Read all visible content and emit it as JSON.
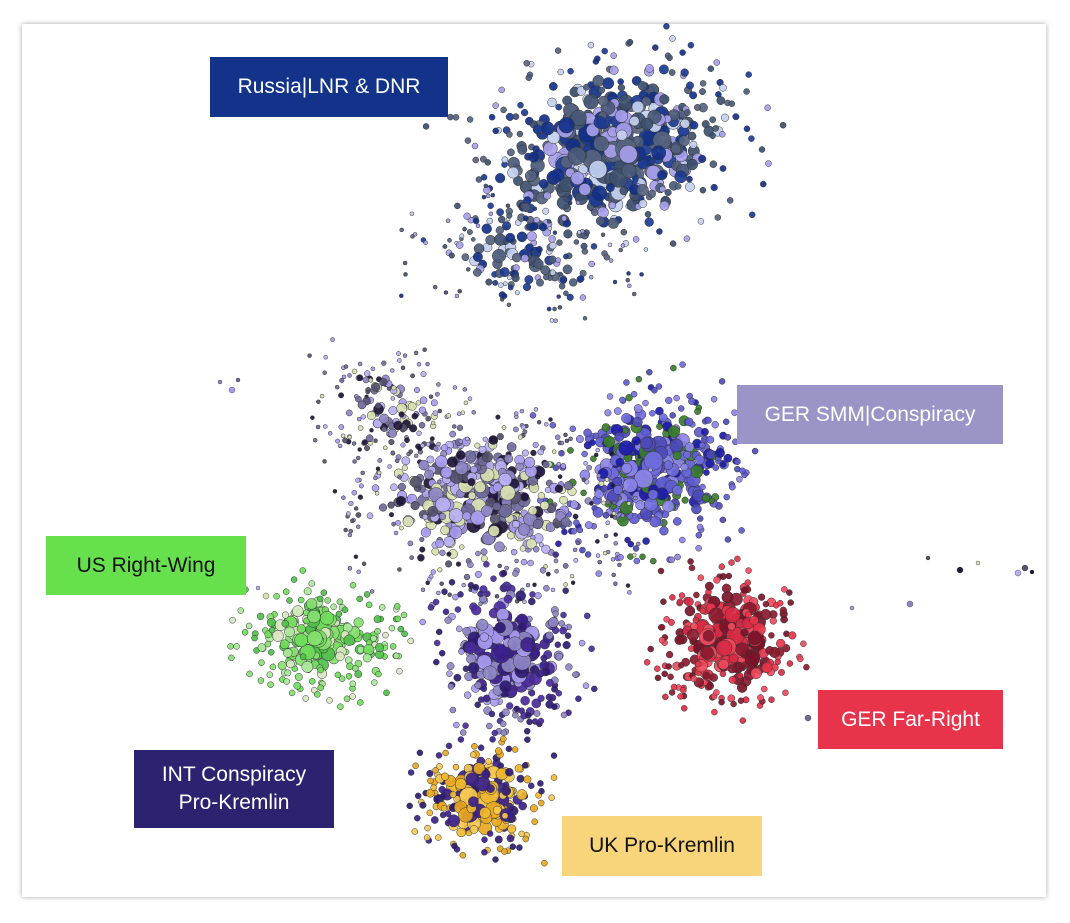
{
  "clusters": [
    {
      "id": "russia",
      "label": "Russia|LNR & DNR",
      "bg": "#13338a",
      "fg": "#ffffff",
      "node_colors": [
        "#3d4f6e",
        "#4a5a78",
        "#1b3b94",
        "#123088",
        "#a7a0ec",
        "#c4d0f0",
        "#56637f"
      ]
    },
    {
      "id": "ger-smm",
      "label": "GER SMM|Conspiracy",
      "bg": "#9a95c6",
      "fg": "#ffffff",
      "node_colors": [
        "#5e5bd0",
        "#6f6bdc",
        "#1c1ba8",
        "#8c86e8",
        "#4d4ab8",
        "#3a7d2a"
      ]
    },
    {
      "id": "us",
      "label": "US Right-Wing",
      "bg": "#66e04d",
      "fg": "#111111",
      "node_colors": [
        "#6fdc5a",
        "#4fc04a",
        "#86e070",
        "#a9e89a",
        "#d8e8c0"
      ]
    },
    {
      "id": "ger-far",
      "label": "GER Far-Right",
      "bg": "#e8344a",
      "fg": "#ffffff",
      "node_colors": [
        "#e8344a",
        "#d82a44",
        "#f04a5c",
        "#8a1a2e",
        "#7a1328"
      ]
    },
    {
      "id": "int",
      "label": "INT Conspiracy\nPro-Kremlin",
      "bg": "#2b2270",
      "fg": "#ffffff",
      "node_colors": [
        "#3b1f8a",
        "#2e1a72",
        "#4a2a9c",
        "#a99cf0",
        "#8e86c4"
      ]
    },
    {
      "id": "uk",
      "label": "UK Pro-Kremlin",
      "bg": "#f8d57a",
      "fg": "#111111",
      "node_colors": [
        "#f0b830",
        "#e8a820",
        "#f6c850",
        "#3b1f8a",
        "#2e1a72"
      ]
    },
    {
      "id": "center",
      "label": "",
      "bg": "",
      "fg": "",
      "node_colors": [
        "#8e86c4",
        "#a99cf0",
        "#6e6a9a",
        "#54506e",
        "#1e1438",
        "#b8b0f4",
        "#d8e0b0"
      ]
    }
  ],
  "node_outline": "#333333"
}
